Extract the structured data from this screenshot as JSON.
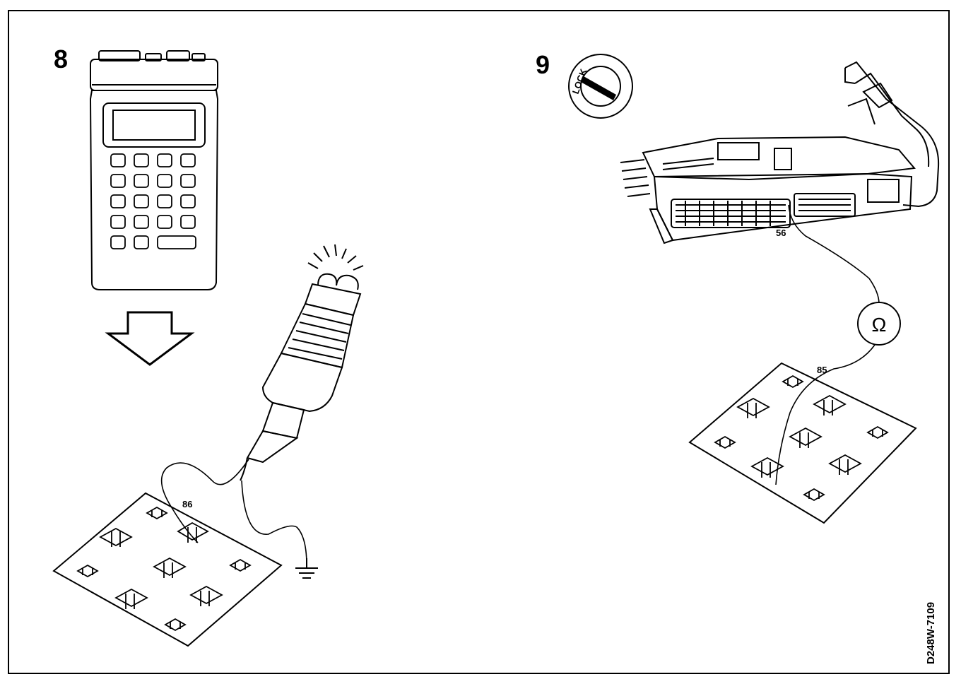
{
  "figure": {
    "reference_code": "D248W-7109"
  },
  "step8": {
    "number": "8",
    "relay_pin": "86"
  },
  "step9": {
    "number": "9",
    "ignition_label": "LOCK",
    "connector_pin": "56",
    "relay_pin": "85",
    "meter_symbol": "Ω"
  }
}
